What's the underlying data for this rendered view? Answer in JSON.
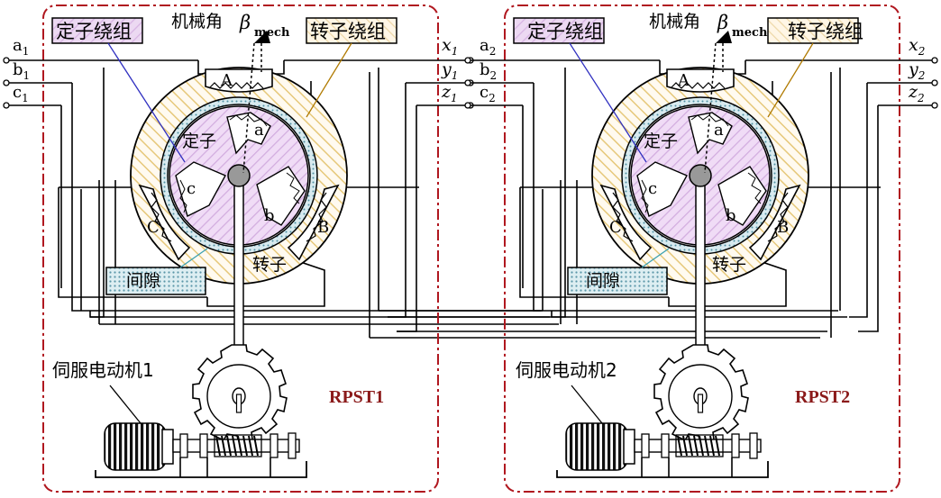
{
  "units": [
    {
      "id": "rpst1",
      "name": "RPST1",
      "servo_label": "伺服电动机1",
      "stator_winding_label": "定子绕组",
      "rotor_winding_label": "转子绕组",
      "mech_angle_label": "机械角",
      "beta": "β",
      "beta_sub": "mech",
      "stator_label": "定子",
      "rotor_label": "转子",
      "gap_label": "间隙",
      "pole_a": "A",
      "pole_b": "B",
      "pole_c": "C",
      "rotor_a": "a",
      "rotor_b": "b",
      "rotor_c": "c",
      "left_terms": [
        {
          "t": "a",
          "s": "1"
        },
        {
          "t": "b",
          "s": "1"
        },
        {
          "t": "c",
          "s": "1"
        }
      ],
      "right_terms": [
        {
          "t": "x",
          "s": "1"
        },
        {
          "t": "y",
          "s": "1"
        },
        {
          "t": "z",
          "s": "1"
        }
      ]
    },
    {
      "id": "rpst2",
      "name": "RPST2",
      "servo_label": "伺服电动机2",
      "stator_winding_label": "定子绕组",
      "rotor_winding_label": "转子绕组",
      "mech_angle_label": "机械角",
      "beta": "β",
      "beta_sub": "mech",
      "stator_label": "定子",
      "rotor_label": "转子",
      "gap_label": "间隙",
      "pole_a": "A",
      "pole_b": "B",
      "pole_c": "C",
      "rotor_a": "a",
      "rotor_b": "b",
      "rotor_c": "c",
      "left_terms": [
        {
          "t": "a",
          "s": "2"
        },
        {
          "t": "b",
          "s": "2"
        },
        {
          "t": "c",
          "s": "2"
        }
      ],
      "right_terms": [
        {
          "t": "x",
          "s": "2"
        },
        {
          "t": "y",
          "s": "2"
        },
        {
          "t": "z",
          "s": "2"
        }
      ]
    }
  ],
  "colors": {
    "frame": "#b0171f",
    "stator_hatch": "#e6c87a",
    "rotor_fill": "#e4c8ee",
    "gap_dots": "#7ab0c0",
    "stator_leader": "#3030c0",
    "rotor_leader": "#b07a00",
    "title_red": "#8b1a1a"
  }
}
